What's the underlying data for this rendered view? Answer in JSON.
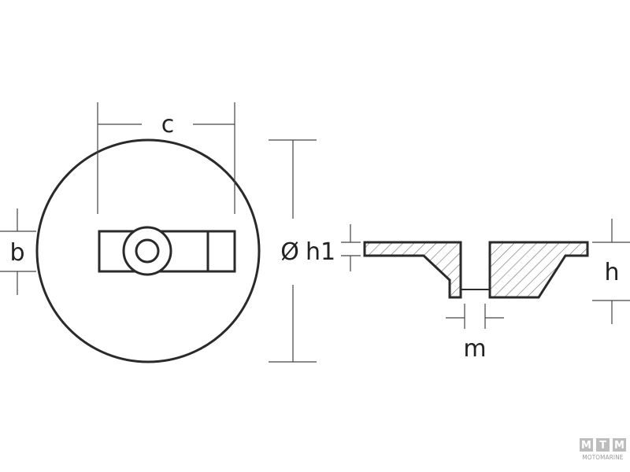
{
  "labels": {
    "c": "c",
    "b": "b",
    "diameter": "Ø",
    "h1": "h1",
    "h": "h",
    "m": "m"
  },
  "watermark": {
    "letters": [
      "M",
      "T",
      "M"
    ],
    "subtitle": "MOTOMARINE"
  },
  "colors": {
    "line": "#2a2a2a",
    "dim_line": "#444444",
    "hatch": "#6a6a6a",
    "watermark_box": "#bdbdbd"
  }
}
